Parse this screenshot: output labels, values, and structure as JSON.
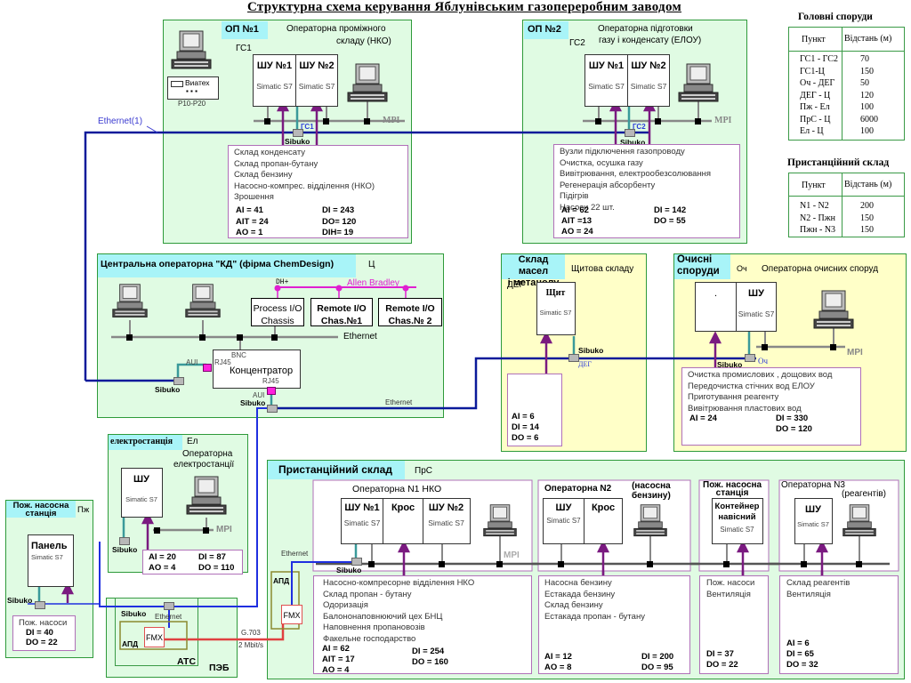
{
  "title": "Структурна схема керування Яблунівським газопереробним заводом",
  "ethernet_main_label": "Ethernet(1)",
  "common": {
    "simatic": "Simatic S7",
    "sibuko": "Sibuko",
    "mpi": "MPI",
    "ethernet": "Ethernet"
  },
  "main_table": {
    "title": "Головні споруди",
    "col_point": "Пункт",
    "col_distance": "Відстань (м)",
    "rows": [
      {
        "point": "ГС1 - ГС2",
        "distance": "70"
      },
      {
        "point": "ГС1-Ц",
        "distance": "150"
      },
      {
        "point": "Оч - ДЕГ",
        "distance": "50"
      },
      {
        "point": "ДЕГ - Ц",
        "distance": "120"
      },
      {
        "point": "Пж - Ел",
        "distance": "100"
      },
      {
        "point": "ПрС - Ц",
        "distance": "6000"
      },
      {
        "point": "Ел - Ц",
        "distance": "100"
      }
    ]
  },
  "station_table": {
    "title": "Пристанційний склад",
    "col_point": "Пункт",
    "col_distance": "Відстань (м)",
    "rows": [
      {
        "point": "N1 - N2",
        "distance": "200"
      },
      {
        "point": "N2 - Пжн",
        "distance": "150"
      },
      {
        "point": "Пжн - N3",
        "distance": "150"
      }
    ]
  },
  "op1": {
    "header": "ОП №1",
    "subtitle_1": "Операторна проміжного",
    "subtitle_2": "складу (НКО)",
    "code": "ГС1",
    "plc1": "ШУ №1",
    "plc2": "ШУ №2",
    "recorder": "Виатех",
    "recorder_label": "P10-P20",
    "conn_label": "ГС1",
    "items": [
      "Склад конденсату",
      "Склад пропан-бутану",
      "Склад бензину",
      "Насосно-компрес. відділення  (НКО)",
      "Зрошення"
    ],
    "signals": {
      "ai": "AI  =  41",
      "ait": "AIT =  24",
      "ao": "AO =    1",
      "di": "DI  = 243",
      "do": "DO= 120",
      "dih": "DIH=  19"
    }
  },
  "op2": {
    "header": "ОП №2",
    "subtitle_1": "Операторна  підготовки",
    "subtitle_2": "газу  і  конденсату (ЕЛОУ)",
    "code": "ГС2",
    "plc1": "ШУ №1",
    "plc2": "ШУ №2",
    "conn_label": "ГС2",
    "items": [
      "Вузли підключення газопроводу",
      "Очистка, осушка газу",
      "Вивітрювання, електрообезсолювання",
      "Регенерація абсорбенту",
      "Підігрів",
      "Насоси  22 шт."
    ],
    "signals": {
      "ai": "AI  = 62",
      "ait": "AIT =13",
      "ao": "AO = 24",
      "di": "DI   = 142",
      "do": "DO =  55"
    }
  },
  "central": {
    "header": "Центральна операторна \"КД\"  (фірма  ChemDesign)",
    "code": "Ц",
    "dh_label": "DH+",
    "ab_label": "Allen Bradley",
    "io1": [
      "Process I/O",
      "Chassis"
    ],
    "io2": [
      "Remote  I/O",
      "Chas.№1"
    ],
    "io3": [
      "Remote  I/O",
      "Chas.№ 2"
    ],
    "concentrator": "Концентратор",
    "bnc": "BNC",
    "rj45_a": "RJ45",
    "rj45_b": "RJ45",
    "aui_a": "AUI",
    "aui_b": "AUI"
  },
  "deg": {
    "header_1": "Склад масел",
    "header_2": "і метанолу",
    "subtitle": "Щитова складу",
    "code": "ДЕГ",
    "plc": "Щит",
    "conn_label": "ДЕГ",
    "signals": {
      "ai": "AI  =   6",
      "di": "DI  = 14",
      "do": "DO =   6"
    }
  },
  "och": {
    "header_1": "Очисні",
    "header_2": "споруди",
    "code": "Оч",
    "subtitle": "Операторна очисних споруд",
    "plc": "ШУ",
    "conn_label": "Оч",
    "items": [
      "Очистка промислових , дощових вод",
      "Передочистка стічних вод ЕЛОУ",
      "Приготування реагенту",
      "Вивітрювання пластових вод"
    ],
    "signals": {
      "ai": "AI  =  24",
      "di": "DI   = 330",
      "do": "DO = 120"
    }
  },
  "el": {
    "header": "електростанція",
    "code": "Ел",
    "subtitle_1": "Операторна",
    "subtitle_2": "електростанції",
    "plc": "ШУ",
    "signals": {
      "ai": "AI  = 20",
      "ao": "AO =  4",
      "di": "DI  =  87",
      "do": "DO = 110"
    }
  },
  "pzh": {
    "header_1": "Пож. насосна",
    "header_2": "станція",
    "code": "Пж",
    "plc": "Панель",
    "items": [
      "Пож. насоси"
    ],
    "signals": {
      "di": "DI   = 40",
      "do": "DO =  22"
    }
  },
  "peb": {
    "code": "ПЭБ",
    "atc": "АТС",
    "apd": "АПД",
    "fmx": "FMX",
    "ethernet": "Ethernet",
    "g703": "G.703",
    "rate": "2 Mbit/s"
  },
  "prs": {
    "header": "Пристанційний  склад",
    "code": "ПрС",
    "ethernet": "Ethernet",
    "apd": "АПД",
    "fmx": "FMX",
    "n1": {
      "title": "Операторна   N1   НКО",
      "plc1": "ШУ №1",
      "cross": "Крос",
      "plc2": "ШУ №2",
      "items": [
        "Насосно-компресорне відділення НКО",
        "Склад пропан - бутану",
        "Одоризація",
        "Балононаповнюючий цех БНЦ",
        "Наповнення пропановозів",
        "Факельне  господарство"
      ],
      "signals": {
        "ai": "AI  =  62",
        "ait": "AIT = 17",
        "ao": "AO =   4",
        "di": "DI   =  254",
        "do": "DO =  160"
      }
    },
    "n2": {
      "title": "Операторна  N2",
      "note_1": "(насосна",
      "note_2": "бензину)",
      "plc": "ШУ",
      "cross": "Крос",
      "items": [
        "Насосна бензину",
        "Естакада бензину",
        "Склад бензину",
        "Естакада пропан - бутану"
      ],
      "signals": {
        "ai": "AI  =  12",
        "ao": "AO =   8",
        "di": "DI   = 200",
        "do": "DO =   95"
      }
    },
    "pzhn": {
      "title_1": "Пож. насосна",
      "title_2": "станція",
      "plc_1": "Контейнер",
      "plc_2": "навісний",
      "items": [
        "Пож. насоси",
        "Вентиляція"
      ],
      "signals": {
        "di": "DI   =  37",
        "do": "DO =  22"
      }
    },
    "n3": {
      "title": "Операторна  N3",
      "note": "(реагентів)",
      "plc": "ШУ",
      "items": [
        "Склад реагентів",
        "Вентиляція"
      ],
      "signals": {
        "ai": "AI   =   6",
        "di": "DI   = 65",
        "do": "DO = 32"
      }
    }
  }
}
